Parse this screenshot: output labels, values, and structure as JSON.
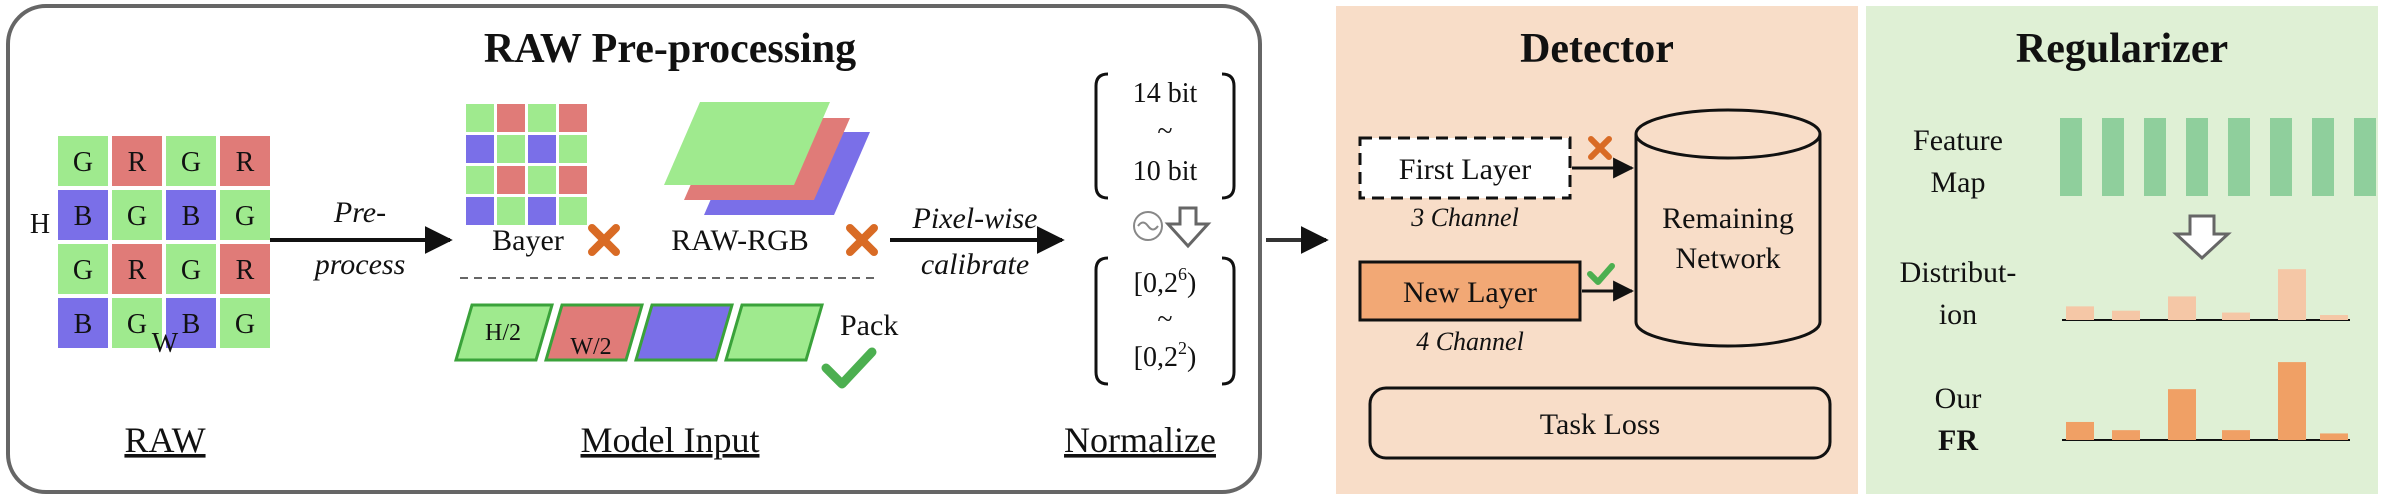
{
  "colors": {
    "red": "#e07b78",
    "green": "#9fea8e",
    "blue": "#7a6fe8",
    "detector_bg": "#f8ddc8",
    "regularizer_bg": "#dff0d5",
    "feature_green": "#8fcf9c",
    "new_layer_orange": "#f2a875",
    "cross_orange": "#d96b25",
    "check_green": "#4caf50"
  },
  "preprocessing": {
    "title": "RAW Pre-processing",
    "raw": {
      "caption": "RAW",
      "h_label": "H",
      "w_label": "W",
      "grid": [
        [
          "G",
          "R",
          "G",
          "R"
        ],
        [
          "B",
          "G",
          "B",
          "G"
        ],
        [
          "G",
          "R",
          "G",
          "R"
        ],
        [
          "B",
          "G",
          "B",
          "G"
        ]
      ]
    },
    "preprocess_arrow": {
      "line1": "Pre-",
      "line2": "process"
    },
    "model_input": {
      "caption": "Model Input",
      "bayer_label": "Bayer",
      "raw_rgb_label": "RAW-RGB",
      "pack_label": "Pack",
      "pack_tile1": "H/2",
      "pack_tile2": "W/2"
    },
    "calibrate_arrow": {
      "line1": "Pixel-wise",
      "line2": "calibrate"
    },
    "normalize": {
      "caption": "Normalize",
      "bit_top": "14 bit",
      "bit_tilde": "~",
      "bit_bottom": "10 bit",
      "range_top_base": "[0,2",
      "range_top_exp": "6",
      "range_top_close": ")",
      "range_tilde": "~",
      "range_bottom_base": "[0,2",
      "range_bottom_exp": "2",
      "range_bottom_close": ")"
    }
  },
  "detector": {
    "title": "Detector",
    "first_layer": "First Layer",
    "first_layer_sub": "3 Channel",
    "new_layer": "New Layer",
    "new_layer_sub": "4 Channel",
    "network_line1": "Remaining",
    "network_line2": "Network",
    "task_loss": "Task Loss"
  },
  "regularizer": {
    "title": "Regularizer",
    "feature_map_line1": "Feature",
    "feature_map_line2": "Map",
    "distribution_line1": "Distribut-",
    "distribution_line2": "ion",
    "ours_line1": "Our",
    "ours_line2": "FR",
    "feature_bar_count": 8,
    "distribution_values": [
      0.22,
      0.15,
      0.38,
      0.12,
      0.82,
      0.08
    ],
    "fr_values": [
      0.22,
      0.12,
      0.62,
      0.12,
      0.95,
      0.08
    ]
  }
}
